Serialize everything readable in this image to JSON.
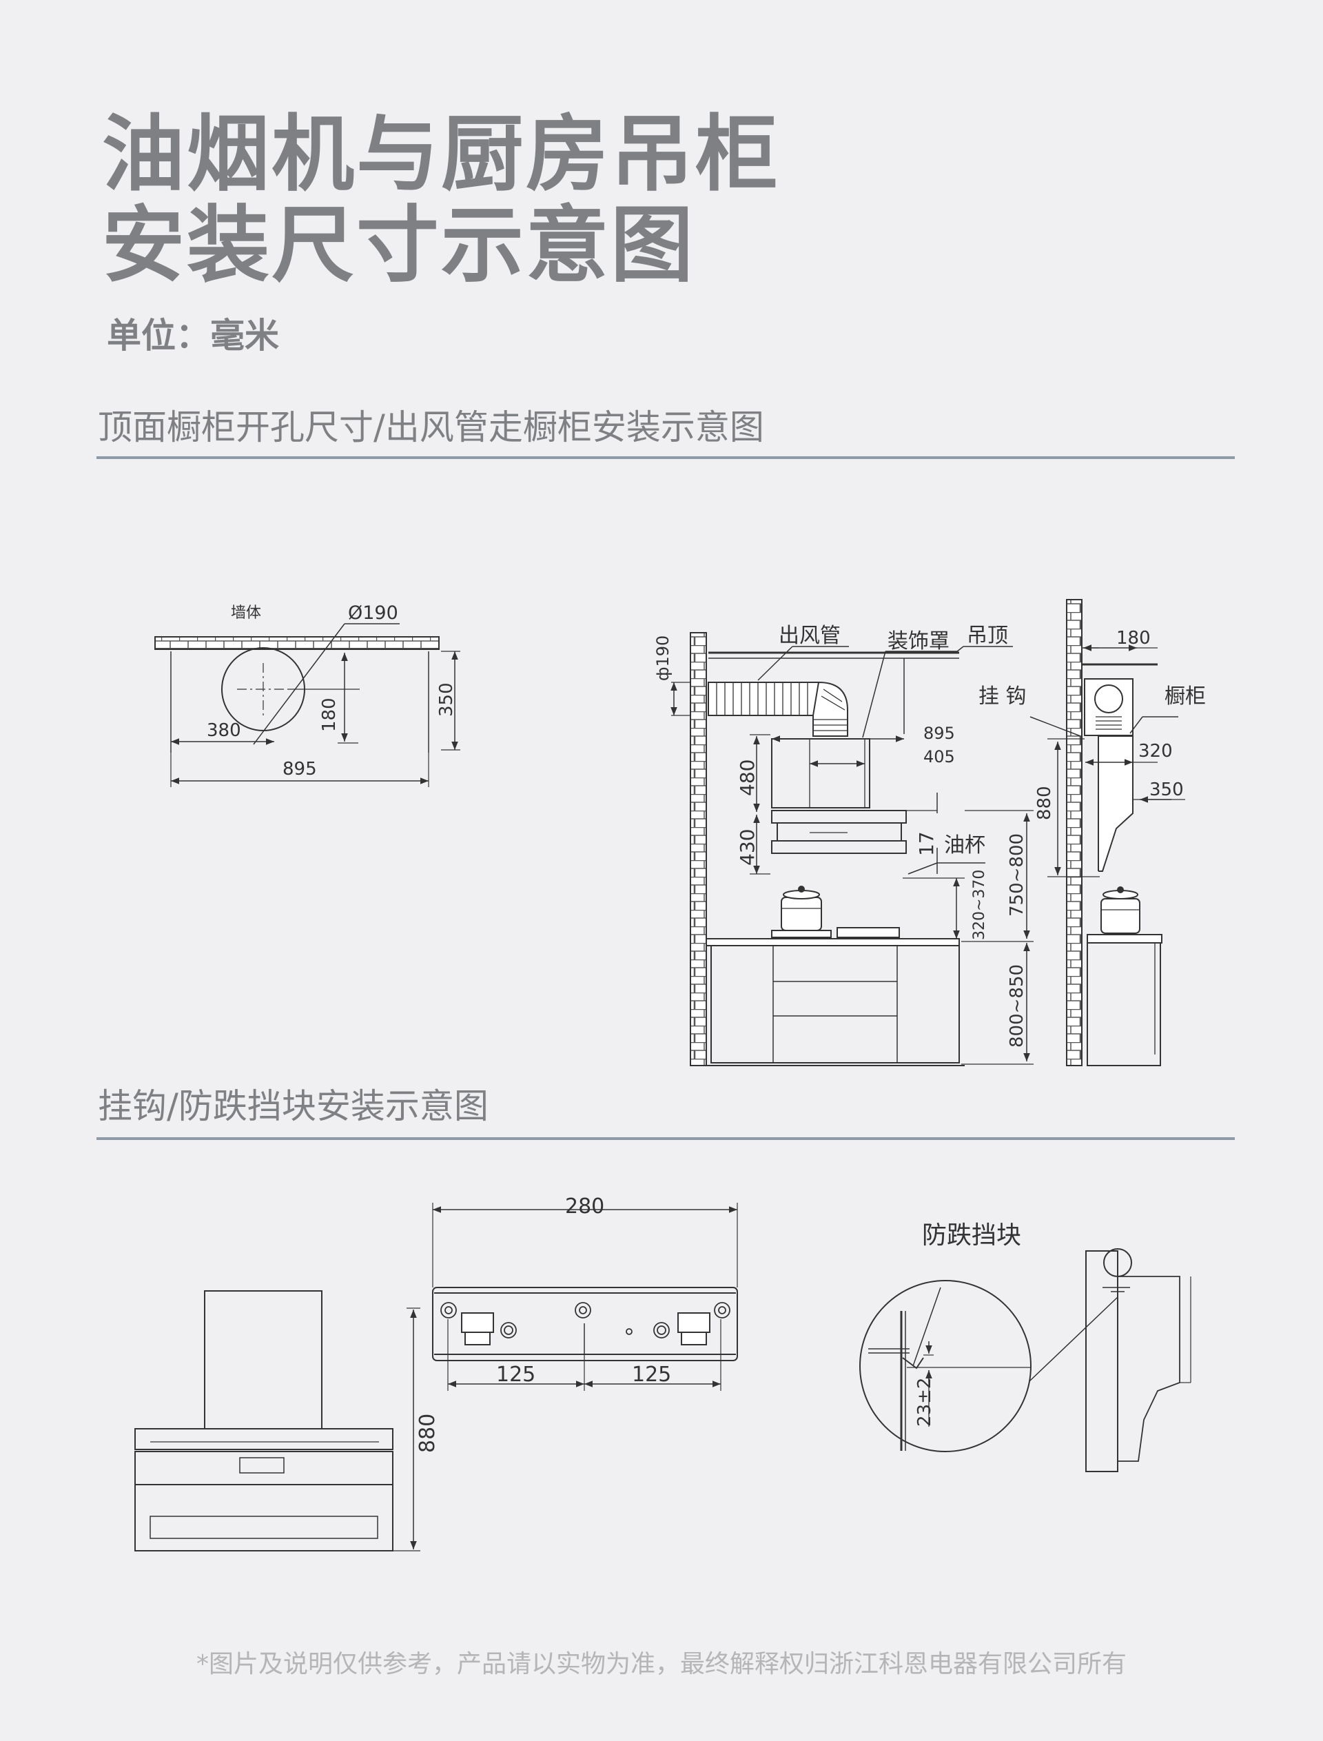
{
  "title": {
    "line1": "油烟机与厨房吊柜",
    "line2": "安装尺寸示意图"
  },
  "unit": "单位：毫米",
  "section1": {
    "title": "顶面橱柜开孔尺寸/出风管走橱柜安装示意图",
    "top_view": {
      "wall": "墙体",
      "diameter": "Ø190",
      "dim_380": "380",
      "dim_180": "180",
      "dim_350": "350",
      "dim_895": "895"
    },
    "front_view": {
      "duct": "出风管",
      "cover": "装饰罩",
      "ceiling": "吊顶",
      "pipe_dia": "ф190",
      "dim_895": "895",
      "dim_405": "405",
      "dim_480": "480",
      "dim_430": "430",
      "dim_17": "17",
      "oil_cup": "油杯",
      "dim_320_370": "320~370",
      "dim_750_800": "750~800",
      "dim_800_850": "800~850",
      "dim_880": "880"
    },
    "side_view": {
      "hook": "挂 钩",
      "cabinet": "橱柜",
      "dim_180": "180",
      "dim_320": "320",
      "dim_350": "350"
    }
  },
  "section2": {
    "title": "挂钩/防跌挡块安装示意图",
    "dim_280": "280",
    "dim_125a": "125",
    "dim_125b": "125",
    "dim_880": "880",
    "block": "防跌挡块",
    "dim_23": "23±2"
  },
  "footer": "*图片及说明仅供参考，产品请以实物为准，最终解释权归浙江科恩电器有限公司所有",
  "colors": {
    "background": "#f0f0f2",
    "title_gray": "#7e8083",
    "rule_blue_gray": "#8e9aa8",
    "line_dark": "#333333"
  }
}
